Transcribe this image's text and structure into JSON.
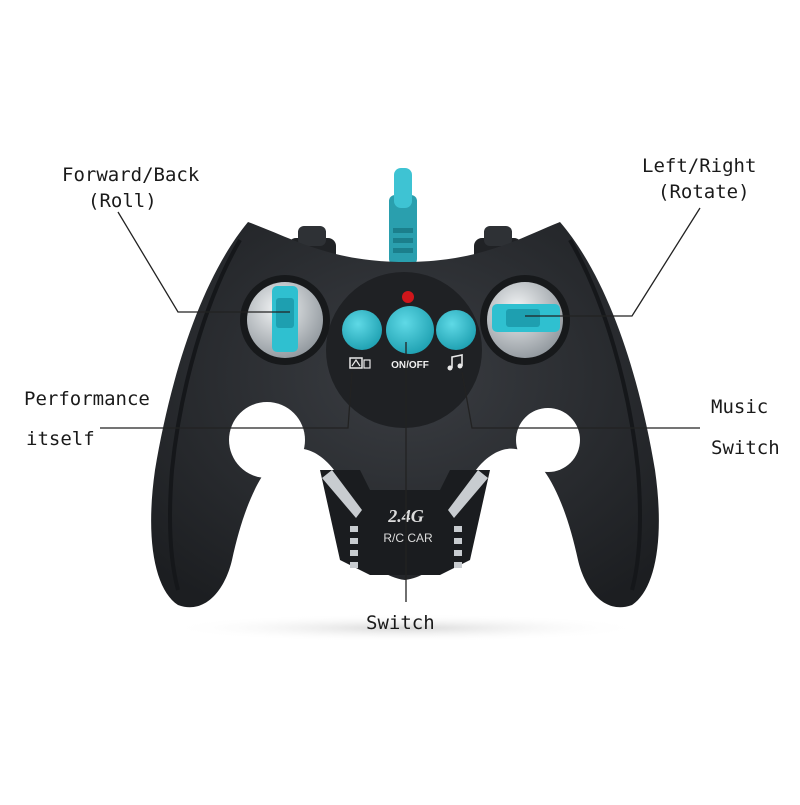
{
  "callouts": {
    "forward_back": {
      "line1": "Forward/Back",
      "line2": "(Roll)"
    },
    "left_right": {
      "line1": "Left/Right",
      "line2": "(Rotate)"
    },
    "performance": {
      "line1": "Performance",
      "line2": "itself"
    },
    "music": {
      "line1": "Music",
      "line2": "Switch"
    },
    "switch": {
      "label": "Switch"
    }
  },
  "controller": {
    "power_label": "ON/OFF",
    "band_label": "2.4G",
    "model_label": "R/C CAR"
  },
  "colors": {
    "body": "#2b2d31",
    "body_dark": "#1d1f22",
    "accent": "#27b7c8",
    "accent_dark": "#178896",
    "chrome": "#cfd3d6",
    "led": "#d0161b",
    "leader_line": "#222222"
  }
}
